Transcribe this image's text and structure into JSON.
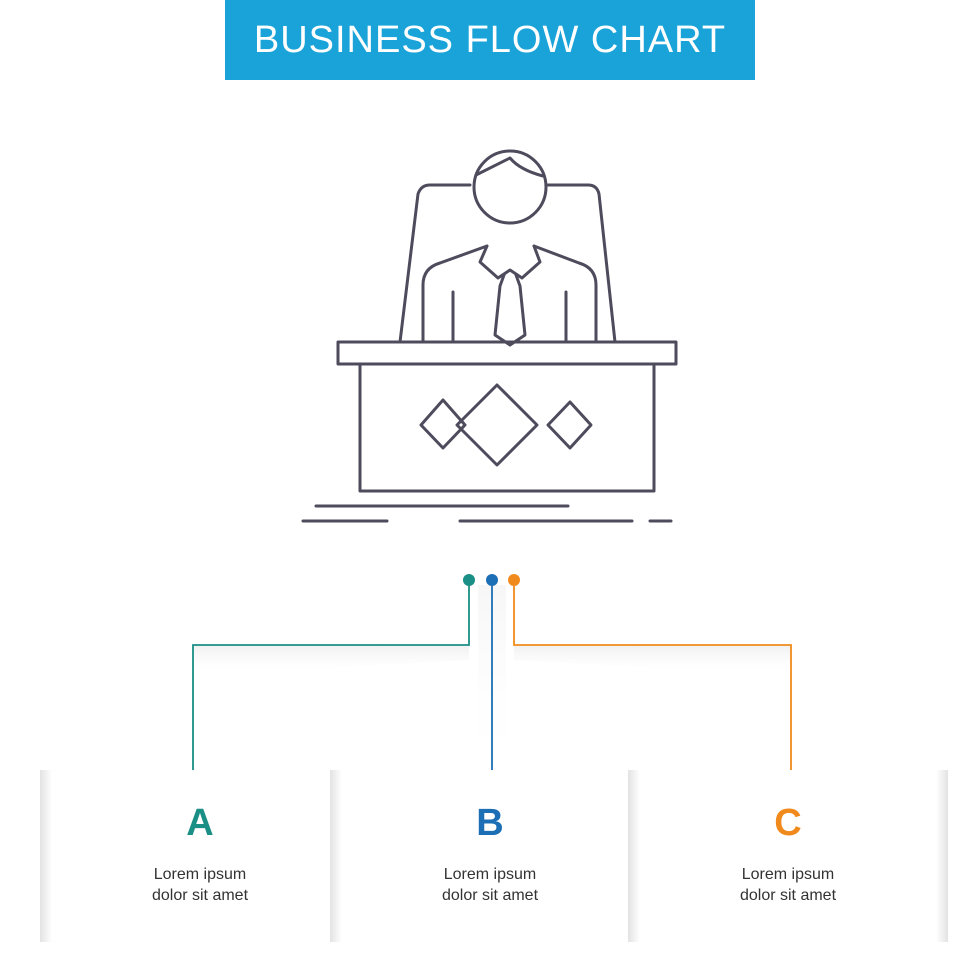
{
  "header": {
    "title": "BUSINESS FLOW CHART"
  },
  "icon": {
    "name": "businessman-at-desk-icon"
  },
  "colors": {
    "title_bg": "#1aa3d9",
    "a": "#1a8f85",
    "b": "#1d6fb5",
    "c": "#f08a1c",
    "line_art": "#4d4b5c"
  },
  "steps": [
    {
      "letter": "A",
      "line1": "Lorem ipsum",
      "line2": "dolor sit amet"
    },
    {
      "letter": "B",
      "line1": "Lorem ipsum",
      "line2": "dolor sit amet"
    },
    {
      "letter": "C",
      "line1": "Lorem ipsum",
      "line2": "dolor sit amet"
    }
  ]
}
